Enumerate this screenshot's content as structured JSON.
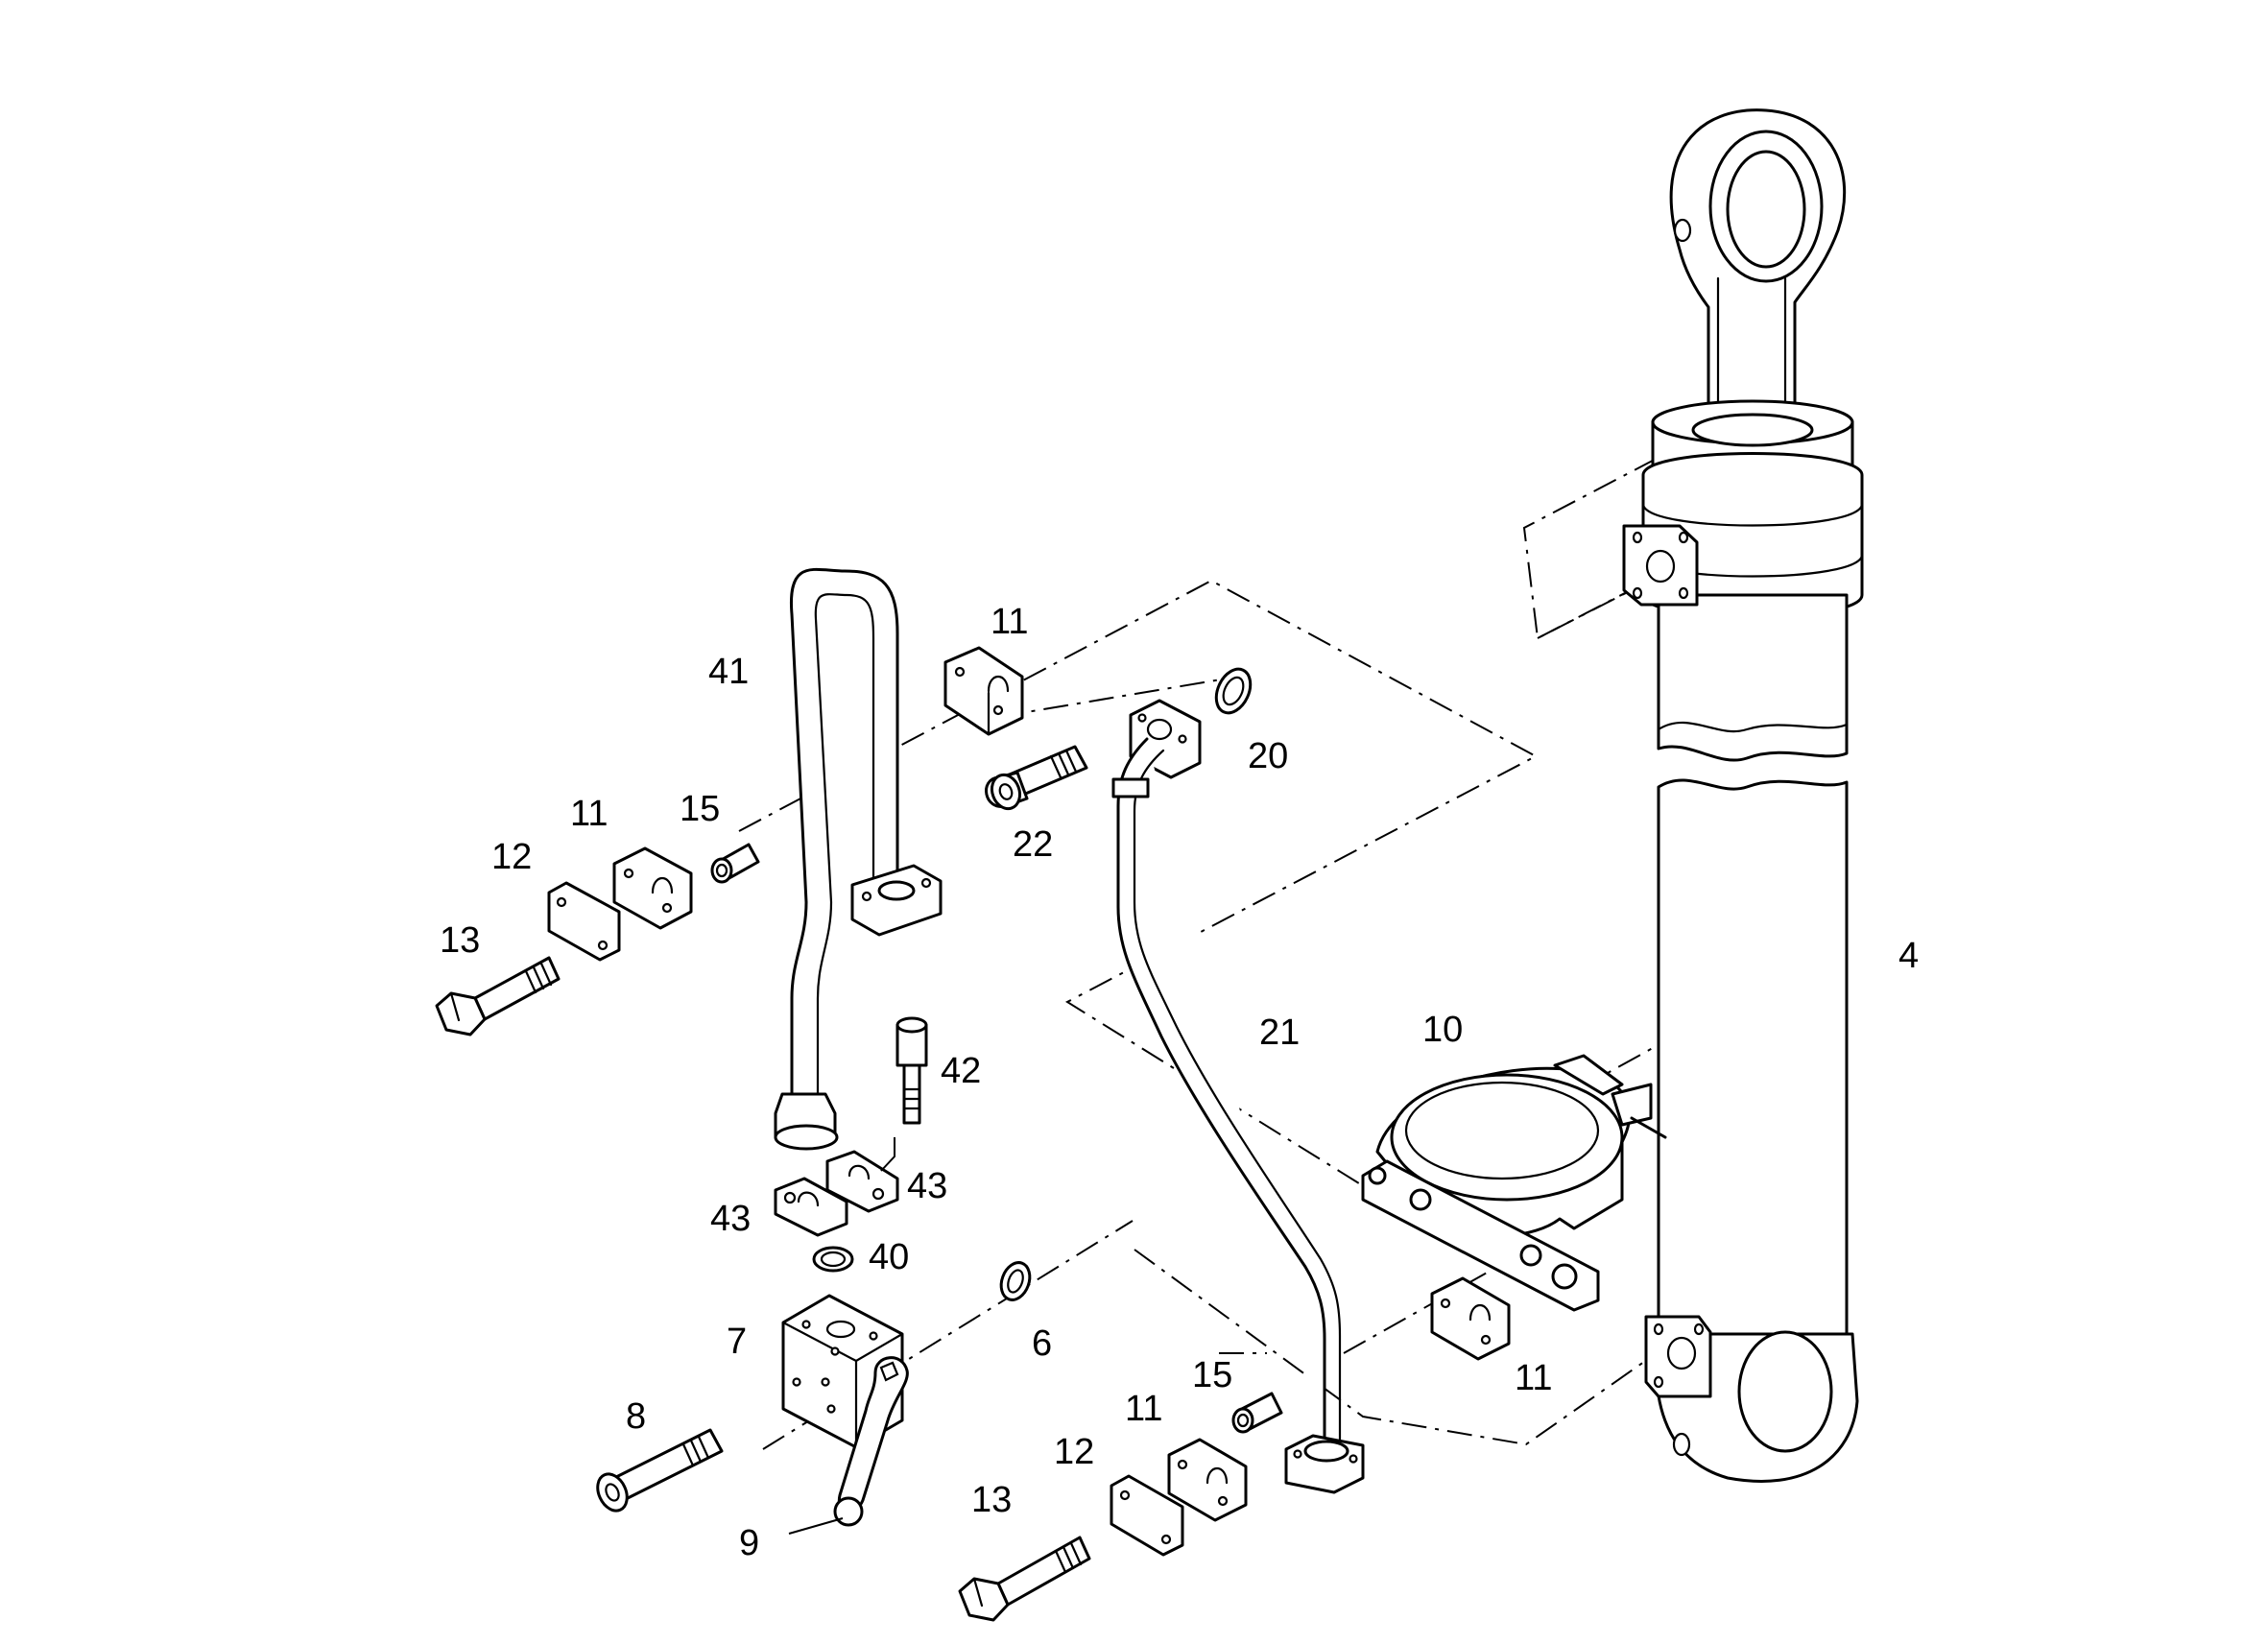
{
  "callouts": [
    {
      "id": "c41",
      "text": "41"
    },
    {
      "id": "c11a",
      "text": "11"
    },
    {
      "id": "c20",
      "text": "20"
    },
    {
      "id": "c22",
      "text": "22"
    },
    {
      "id": "c11b",
      "text": "11"
    },
    {
      "id": "c15a",
      "text": "15"
    },
    {
      "id": "c12a",
      "text": "12"
    },
    {
      "id": "c13a",
      "text": "13"
    },
    {
      "id": "c4",
      "text": "4"
    },
    {
      "id": "c42",
      "text": "42"
    },
    {
      "id": "c21",
      "text": "21"
    },
    {
      "id": "c10",
      "text": "10"
    },
    {
      "id": "c43a",
      "text": "43"
    },
    {
      "id": "c43b",
      "text": "43"
    },
    {
      "id": "c40",
      "text": "40"
    },
    {
      "id": "c7",
      "text": "7"
    },
    {
      "id": "c6",
      "text": "6"
    },
    {
      "id": "c11c",
      "text": "11"
    },
    {
      "id": "c15b",
      "text": "15"
    },
    {
      "id": "c8",
      "text": "8"
    },
    {
      "id": "c11d",
      "text": "11"
    },
    {
      "id": "c12b",
      "text": "12"
    },
    {
      "id": "c13b",
      "text": "13"
    },
    {
      "id": "c9",
      "text": "9"
    }
  ]
}
